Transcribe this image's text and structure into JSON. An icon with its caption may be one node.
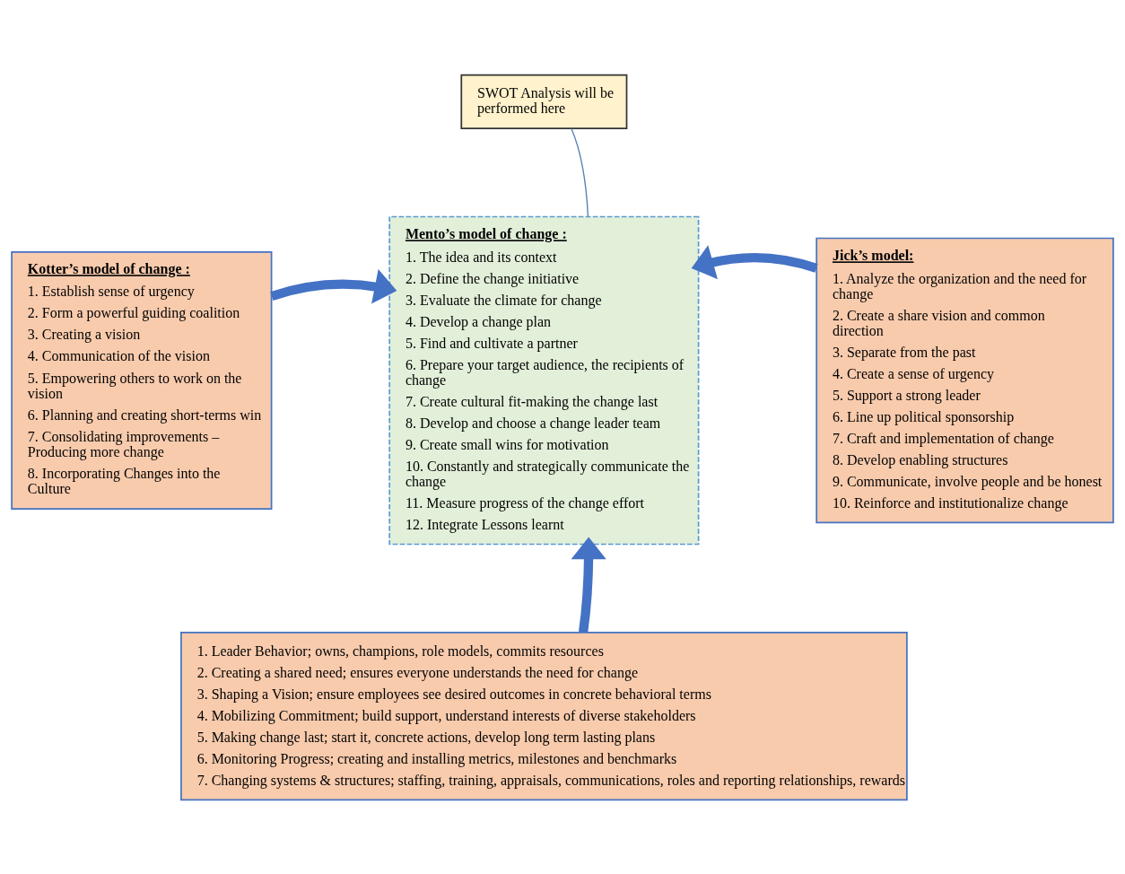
{
  "diagram": {
    "nodes": [
      {
        "text": [
          "Kotter’s model of change :",
          "1. Establish sense of urgency",
          "2. Form a powerful guiding coalition",
          "3. Creating a vision",
          "4. Communication of the vision",
          "5. Empowering others to work on the vision",
          "6. Planning and creating short-terms win",
          "7. Consolidating improvements – Producing more change",
          "8. Incorporating Changes into the Culture"
        ]
      },
      {
        "text": [
          "Mento’s model of change :",
          "1. The idea and its context",
          "2. Define the change initiative",
          "3. Evaluate the climate for change",
          "4. Develop a change plan",
          "5. Find and cultivate a partner",
          "6. Prepare your target audience, the recipients of change",
          "7. Create cultural fit-making the change last",
          "8. Develop and choose a change leader team",
          "9. Create small wins for motivation",
          "10. Constantly and strategically communicate the change",
          "11. Measure progress of the change effort",
          "12. Integrate Lessons learnt"
        ]
      },
      {
        "text": [
          "Jick’s model:",
          "1. Analyze the organization and the need for change",
          "2. Create a share vision and common direction",
          "3. Separate from the past",
          "4. Create a sense of urgency",
          "5. Support a strong leader",
          "6. Line up political sponsorship",
          "7. Craft and implementation of change",
          "8. Develop enabling structures",
          "9. Communicate, involve people and be honest",
          "10. Reinforce and institutionalize change"
        ]
      },
      {
        "text": [
          "1. Leader Behavior; owns, champions, role models, commits resources",
          "2. Creating a shared need; ensures everyone understands the need for change",
          "3. Shaping a Vision; ensure employees see desired outcomes in concrete behavioral terms",
          "4. Mobilizing Commitment; build support, understand interests of diverse stakeholders",
          "5. Making change last; start it, concrete actions, develop long term lasting plans",
          "6. Monitoring Progress; creating and installing metrics, milestones and benchmarks",
          "7. Changing systems & structures; staffing, training, appraisals, communications, roles and reporting relationships, rewards"
        ]
      },
      {
        "text": [
          "SWOT Analysis will be performed here"
        ]
      }
    ],
    "edges": [
      {
        "from": 0,
        "to": 1,
        "arrow": "to"
      },
      {
        "from": 2,
        "to": 1,
        "arrow": "to"
      },
      {
        "from": 3,
        "to": 1,
        "arrow": "to"
      },
      {
        "from": 4,
        "to": 1,
        "arrow": "none",
        "color": "#5a7fb5"
      }
    ]
  }
}
